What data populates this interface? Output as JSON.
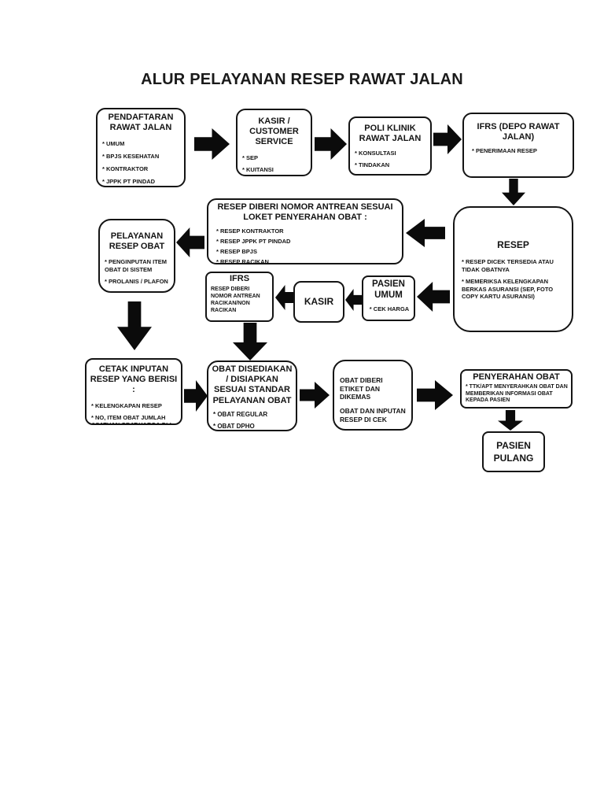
{
  "page": {
    "title": "ALUR PELAYANAN RESEP RAWAT JALAN"
  },
  "colors": {
    "ink": "#141414",
    "background": "#ffffff"
  },
  "nodes": {
    "pendaftaran": {
      "title": "PENDAFTARAN RAWAT JALAN",
      "items": [
        "* UMUM",
        "* BPJS KESEHATAN",
        "* KONTRAKTOR",
        "* JPPK PT PINDAD"
      ]
    },
    "kasir_cs": {
      "title": "KASIR / CUSTOMER SERVICE",
      "items": [
        "* SEP",
        "* KUITANSI"
      ]
    },
    "poli": {
      "title": "POLI KLINIK RAWAT JALAN",
      "items": [
        "* KONSULTASI",
        "* TINDAKAN"
      ]
    },
    "ifrs_depo": {
      "title": "IFRS (DEPO RAWAT JALAN)",
      "items": [
        "* PENERIMAAN RESEP"
      ]
    },
    "resep": {
      "title": "RESEP",
      "items": [
        "* RESEP DICEK TERSEDIA ATAU TIDAK OBATNYA",
        "* MEMERIKSA  KELENGKAPAN BERKAS ASURANSI (SEP, FOTO COPY KARTU ASURANSI)"
      ]
    },
    "antrean": {
      "title": "RESEP DIBERI NOMOR ANTREAN SESUAI LOKET PENYERAHAN OBAT :",
      "items": [
        "* RESEP  KONTRAKTOR",
        "* RESEP JPPK PT PINDAD",
        "* RESEP BPJS",
        "* RESEP RACIKAN"
      ]
    },
    "pelayanan": {
      "title": "PELAYANAN RESEP OBAT",
      "items": [
        "* PENGINPUTAN ITEM OBAT  DI SISTEM",
        "* PROLANIS / PLAFON"
      ]
    },
    "ifrs": {
      "title": "IFRS",
      "body": "RESEP DIBERI NOMOR ANTREAN RACIKAN/NON RACIKAN"
    },
    "kasir": {
      "title": "KASIR"
    },
    "pasien_umum": {
      "title": "PASIEN UMUM",
      "items": [
        "* CEK HARGA"
      ]
    },
    "cetak": {
      "title": "CETAK  INPUTAN RESEP YANG BERISI :",
      "items": [
        "* KELENGKAPAN RESEP",
        "* NO, ITEM OBAT JUMLAH &SATUAN OBAT,HARGA,DLL"
      ]
    },
    "obat_disediakan": {
      "title": "OBAT DISEDIAKAN / DISIAPKAN SESUAI STANDAR PELAYANAN OBAT",
      "items": [
        "* OBAT REGULAR",
        "* OBAT DPHO"
      ]
    },
    "obat_etiket": {
      "items": [
        "OBAT DIBERI ETIKET DAN DIKEMAS",
        "OBAT DAN INPUTAN RESEP DI CEK"
      ]
    },
    "penyerahan": {
      "title": "PENYERAHAN OBAT",
      "items": [
        "* TTK/APT  MENYERAHKAN OBAT DAN MEMBERIKAN INFORMASI OBAT KEPADA PASIEN"
      ]
    },
    "pasien_pulang": {
      "title": "PASIEN PULANG"
    }
  }
}
